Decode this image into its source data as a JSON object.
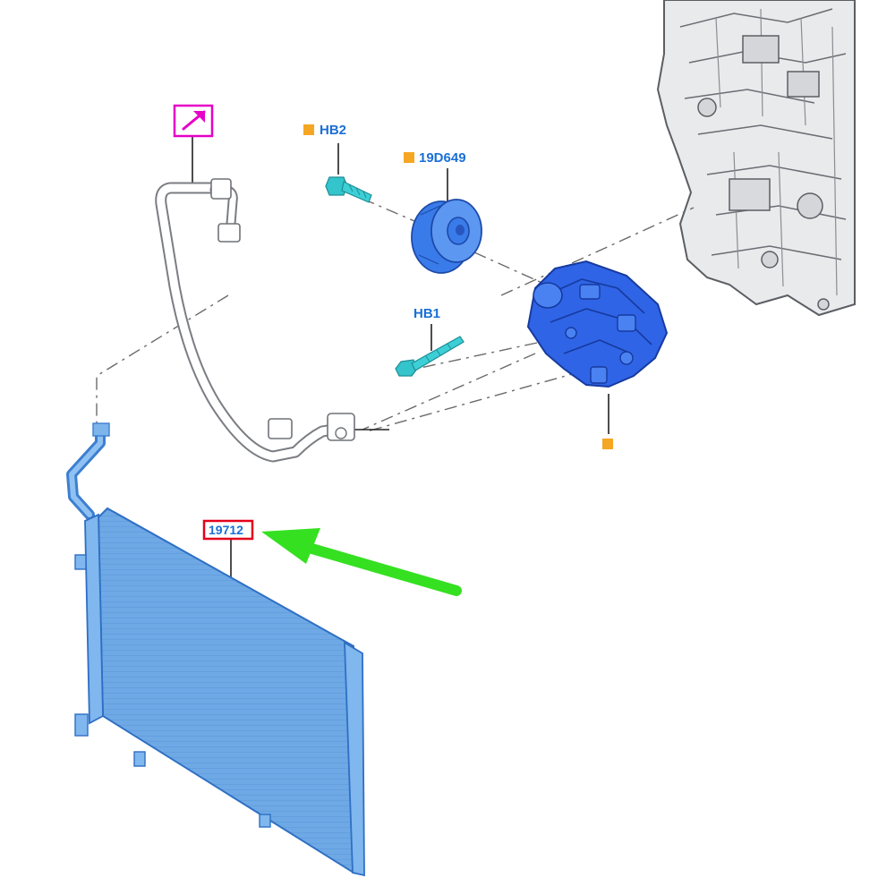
{
  "callouts": {
    "hb2": "HB2",
    "pulley": "19D649",
    "hb1": "HB1",
    "condenser": "19712"
  },
  "icons": {
    "reference_arrow": "external-reference-arrow-icon",
    "marker": "orange-square-marker-icon"
  },
  "colors": {
    "callout_text": "#1a6fd6",
    "marker_orange": "#f5a623",
    "reference_box": "#e600c8",
    "highlight_box": "#e3001b",
    "pointer_arrow": "#35e021",
    "condenser_fill": "#6aa8e8",
    "compressor_fill": "#2a5fe0",
    "bolt_fill": "#3ccfd6"
  }
}
